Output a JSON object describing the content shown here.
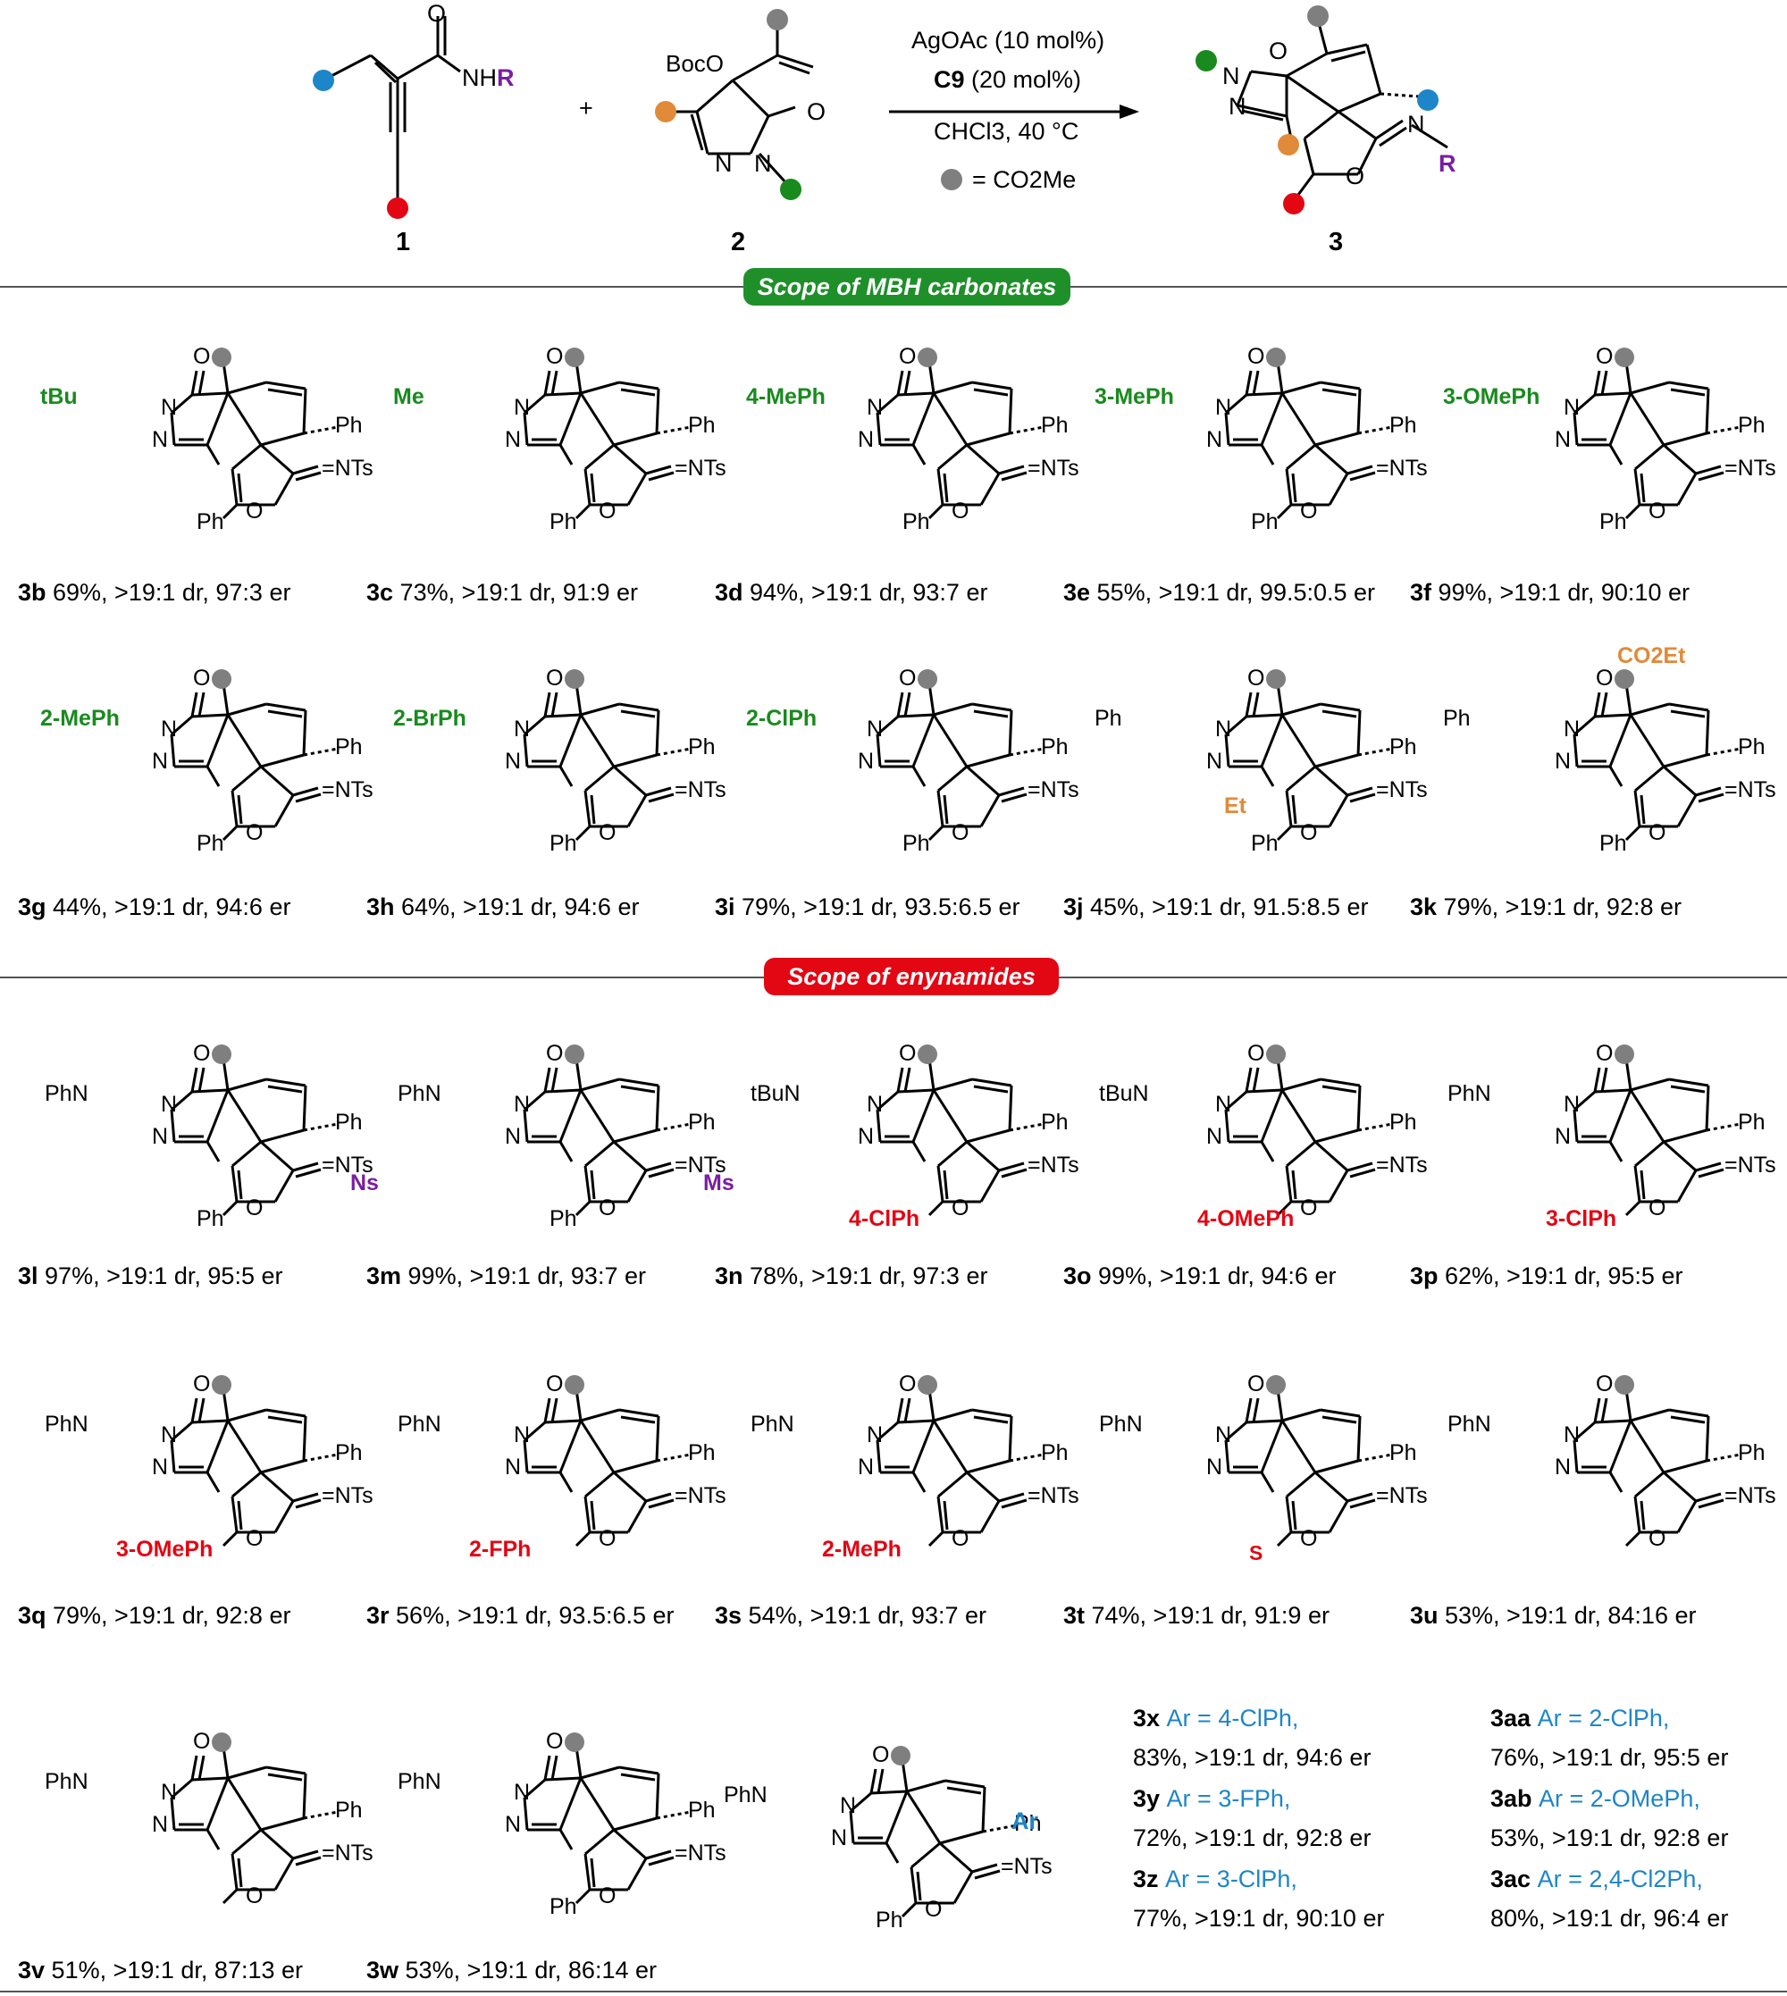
{
  "scheme": {
    "reactant1_label": "1",
    "reactant2_label": "2",
    "product_label": "3",
    "plus": "+",
    "r1_amide": "NH",
    "r1_R": "R",
    "r2_boc": "BocO",
    "r2_N": "N",
    "r2_O": "O",
    "reagent_line1": "AgOAc (10 mol%)",
    "reagent_line2_cat": "C9",
    "reagent_line2_rest": " (20 mol%)",
    "reagent_line3": "CHCl3, 40 °C",
    "legend": "= CO2Me",
    "p_N": "N",
    "p_O": "O",
    "p_R": "R"
  },
  "banners": {
    "mbh": "Scope of MBH carbonates",
    "enyn": "Scope of enynamides"
  },
  "colors": {
    "green": "#198a1e",
    "red": "#e30613",
    "purple": "#7a1ea1",
    "orange": "#e08a3a",
    "blue": "#1d86c8",
    "gray": "#7f7f7f"
  },
  "common": {
    "ph": "Ph",
    "nts": "=NTs",
    "o": "O",
    "n": "N",
    "ns": "Ns",
    "ms": "Ms",
    "co2et": "CO2Et",
    "et": "Et",
    "s": "S",
    "ar": "Ar",
    "phn": "PhN",
    "tbun": "tBuN"
  },
  "row1": [
    {
      "id": "3b",
      "sub": "tBu",
      "result": "69%, >19:1 dr, 97:3 er"
    },
    {
      "id": "3c",
      "sub": "Me",
      "result": "73%, >19:1 dr, 91:9 er"
    },
    {
      "id": "3d",
      "sub": "4-MePh",
      "result": "94%, >19:1 dr, 93:7 er"
    },
    {
      "id": "3e",
      "sub": "3-MePh",
      "result": "55%, >19:1 dr, 99.5:0.5 er"
    },
    {
      "id": "3f",
      "sub": "3-OMePh",
      "result": "99%, >19:1 dr, 90:10 er"
    }
  ],
  "row2": [
    {
      "id": "3g",
      "sub": "2-MePh",
      "result": "44%, >19:1 dr, 94:6 er"
    },
    {
      "id": "3h",
      "sub": "2-BrPh",
      "result": "64%, >19:1 dr, 94:6 er"
    },
    {
      "id": "3i",
      "sub": "2-ClPh",
      "result": "79%, >19:1 dr, 93.5:6.5 er"
    },
    {
      "id": "3j",
      "sub": "Ph",
      "result": "45%, >19:1 dr, 91.5:8.5 er"
    },
    {
      "id": "3k",
      "sub": "Ph",
      "result": "79%, >19:1 dr, 92:8 er"
    }
  ],
  "row3": [
    {
      "id": "3l",
      "sub": "Ph",
      "result": "97%, >19:1 dr, 95:5 er"
    },
    {
      "id": "3m",
      "sub": "Ph",
      "result": "99%, >19:1 dr, 93:7 er"
    },
    {
      "id": "3n",
      "sub": "4-ClPh",
      "result": "78%, >19:1 dr, 97:3 er"
    },
    {
      "id": "3o",
      "sub": "4-OMePh",
      "result": "99%, >19:1 dr, 94:6 er"
    },
    {
      "id": "3p",
      "sub": "3-ClPh",
      "result": "62%, >19:1 dr, 95:5 er"
    }
  ],
  "row4": [
    {
      "id": "3q",
      "sub": "3-OMePh",
      "result": "79%, >19:1 dr, 92:8 er"
    },
    {
      "id": "3r",
      "sub": "2-FPh",
      "result": "56%, >19:1 dr, 93.5:6.5 er"
    },
    {
      "id": "3s",
      "sub": "2-MePh",
      "result": "54%, >19:1 dr, 93:7 er"
    },
    {
      "id": "3t",
      "sub": "",
      "result": "74%, >19:1 dr, 91:9 er"
    },
    {
      "id": "3u",
      "sub": "",
      "result": "53%, >19:1 dr, 84:16 er"
    }
  ],
  "row5": [
    {
      "id": "3v",
      "result": "51%, >19:1 dr, 87:13 er"
    },
    {
      "id": "3w",
      "result": "53%, >19:1 dr, 86:14 er"
    }
  ],
  "aryl_list": [
    {
      "id": "3x",
      "ar": "Ar = 4-ClPh,",
      "result": "83%, >19:1 dr, 94:6 er"
    },
    {
      "id": "3y",
      "ar": "Ar = 3-FPh,",
      "result": "72%, >19:1 dr, 92:8 er"
    },
    {
      "id": "3z",
      "ar": "Ar = 3-ClPh,",
      "result": "77%, >19:1 dr, 90:10 er"
    },
    {
      "id": "3aa",
      "ar": "Ar = 2-ClPh,",
      "result": "76%, >19:1 dr, 95:5 er"
    },
    {
      "id": "3ab",
      "ar": "Ar = 2-OMePh,",
      "result": "53%, >19:1 dr, 92:8 er"
    },
    {
      "id": "3ac",
      "ar": "Ar = 2,4-Cl2Ph,",
      "result": "80%, >19:1 dr, 96:4 er"
    }
  ]
}
